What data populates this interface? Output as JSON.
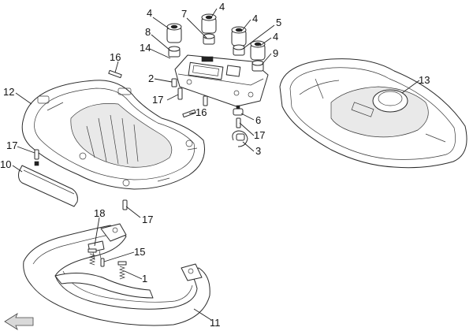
{
  "callouts": [
    {
      "id": "c4a",
      "text": "4"
    },
    {
      "id": "c7",
      "text": "7"
    },
    {
      "id": "c4b",
      "text": "4"
    },
    {
      "id": "c4c",
      "text": "4"
    },
    {
      "id": "c5",
      "text": "5"
    },
    {
      "id": "c8",
      "text": "8"
    },
    {
      "id": "c4d",
      "text": "4"
    },
    {
      "id": "c14",
      "text": "14"
    },
    {
      "id": "c9",
      "text": "9"
    },
    {
      "id": "c16a",
      "text": "16"
    },
    {
      "id": "c2",
      "text": "2"
    },
    {
      "id": "c12",
      "text": "12"
    },
    {
      "id": "c13",
      "text": "13"
    },
    {
      "id": "c17a",
      "text": "17"
    },
    {
      "id": "c16b",
      "text": "16"
    },
    {
      "id": "c6",
      "text": "6"
    },
    {
      "id": "c17b",
      "text": "17"
    },
    {
      "id": "c3",
      "text": "3"
    },
    {
      "id": "c17c",
      "text": "17"
    },
    {
      "id": "c10",
      "text": "10"
    },
    {
      "id": "c17d",
      "text": "17"
    },
    {
      "id": "c18",
      "text": "18"
    },
    {
      "id": "c15",
      "text": "15"
    },
    {
      "id": "c1",
      "text": "1"
    },
    {
      "id": "c11",
      "text": "11"
    }
  ],
  "icons": {
    "direction_arrow": "arrow-icon"
  }
}
